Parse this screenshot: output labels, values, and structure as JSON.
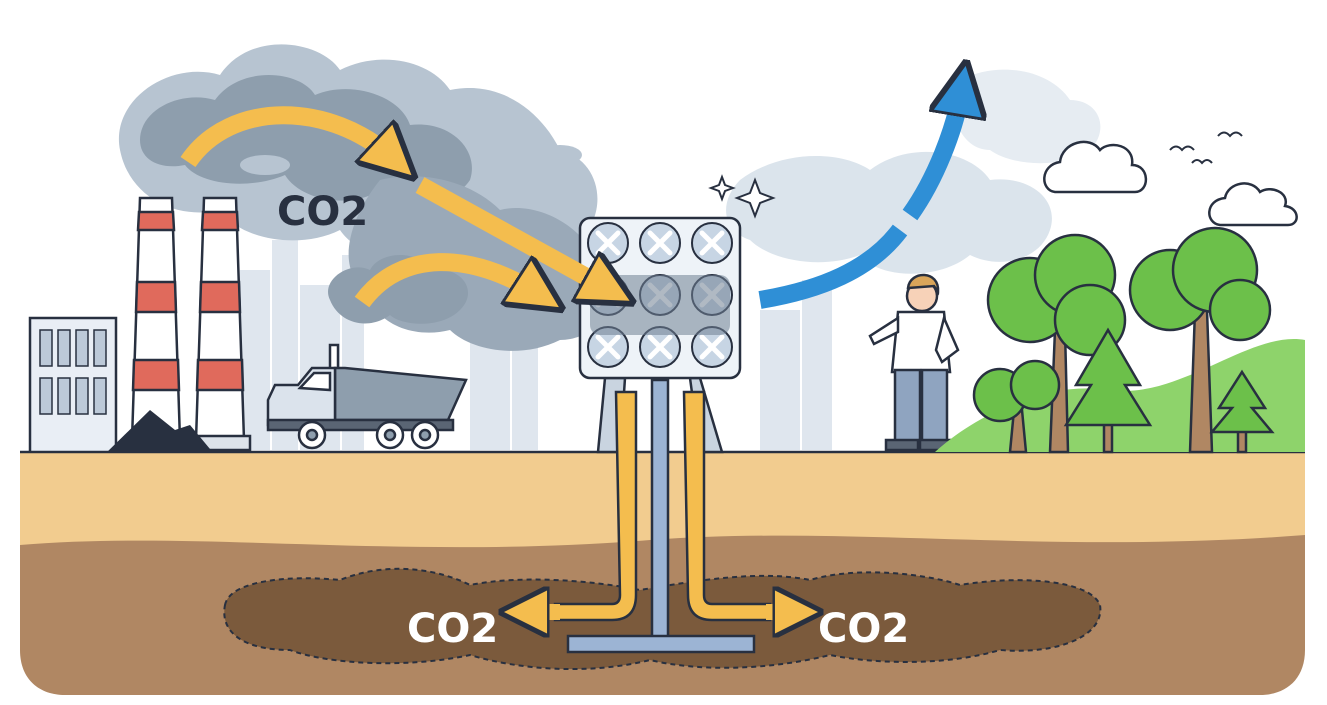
{
  "labels": {
    "top": "CO2",
    "bottom_left": "CO2",
    "bottom_right": "CO2"
  },
  "colors": {
    "ground_top": "#f2cc8f",
    "ground_bottom": "#b08763",
    "reservoir": "#7b5a3c",
    "arrow_yellow": "#f4bd4e",
    "arrow_blue": "#2f8fd6",
    "smoke": "#8e9ead",
    "outline": "#283040",
    "tree_green": "#6cc04a",
    "stack_red": "#e06a5c"
  },
  "icons": [
    "factory-icon",
    "smokestack-icon",
    "dump-truck-icon",
    "fan-array-icon",
    "person-icon",
    "tree-icon",
    "cloud-icon",
    "bird-icon",
    "sparkle-icon"
  ]
}
